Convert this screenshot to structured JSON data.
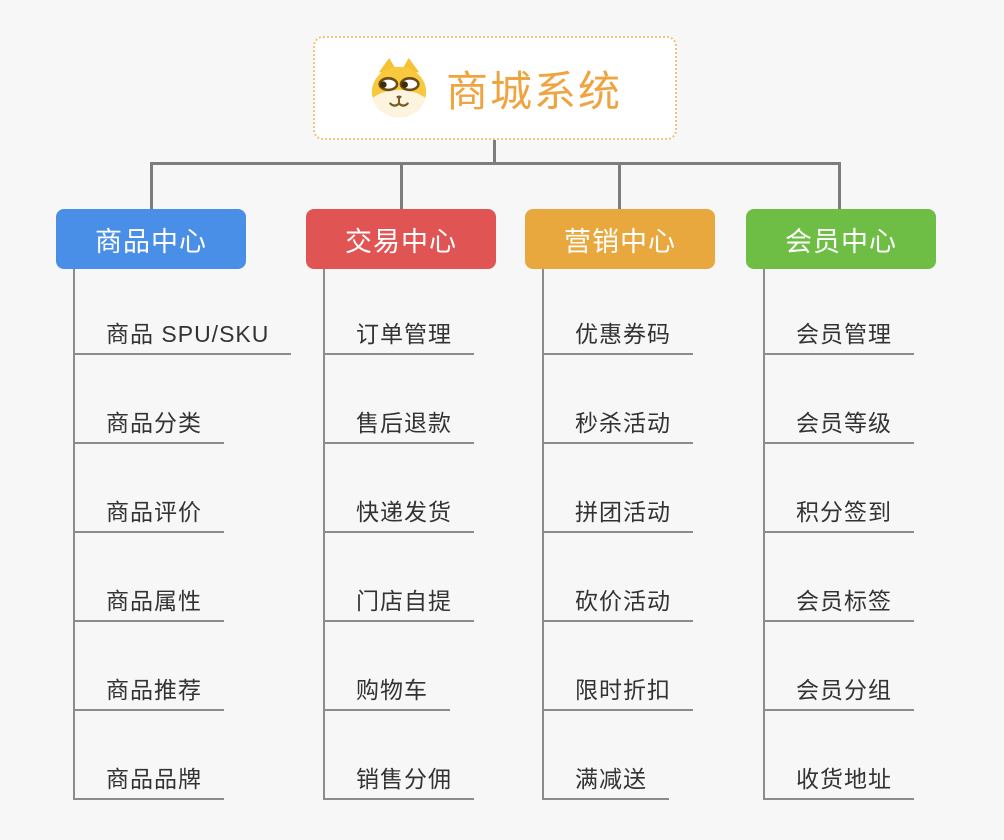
{
  "page": {
    "background_color": "#f7f7f7",
    "connector_color": "#7d7d7d",
    "underline_color": "#8c8c8c"
  },
  "root": {
    "title": "商城系统",
    "icon": "shiba-dog-icon",
    "title_color": "#f0a440",
    "border_color": "#f2c27c"
  },
  "branches": [
    {
      "label": "商品中心",
      "color": "#4a8fe7",
      "items": [
        "商品 SPU/SKU",
        "商品分类",
        "商品评价",
        "商品属性",
        "商品推荐",
        "商品品牌"
      ]
    },
    {
      "label": "交易中心",
      "color": "#e05454",
      "items": [
        "订单管理",
        "售后退款",
        "快递发货",
        "门店自提",
        "购物车",
        "销售分佣"
      ]
    },
    {
      "label": "营销中心",
      "color": "#e9a83d",
      "items": [
        "优惠券码",
        "秒杀活动",
        "拼团活动",
        "砍价活动",
        "限时折扣",
        "满减送"
      ]
    },
    {
      "label": "会员中心",
      "color": "#6ebe45",
      "items": [
        "会员管理",
        "会员等级",
        "积分签到",
        "会员标签",
        "会员分组",
        "收货地址"
      ]
    }
  ]
}
